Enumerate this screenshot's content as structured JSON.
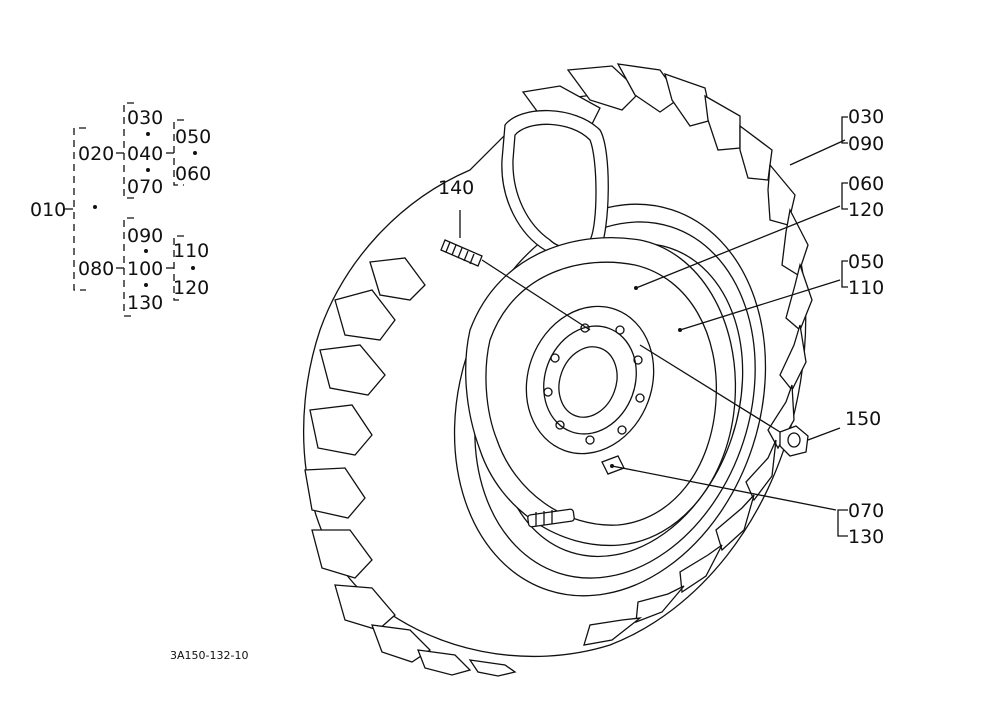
{
  "tree": {
    "root": "010",
    "group_a": {
      "code": "020",
      "top": "030",
      "mid": "040",
      "bot": "070",
      "sub_top": "050",
      "sub_bot": "060"
    },
    "group_b": {
      "code": "080",
      "top": "090",
      "mid": "100",
      "bot": "130",
      "sub_top": "110",
      "sub_bot": "120"
    }
  },
  "callouts": {
    "c140": "140",
    "c150": "150",
    "r030": "030",
    "r090": "090",
    "r060": "060",
    "r120": "120",
    "r050": "050",
    "r110": "110",
    "r070": "070",
    "r130": "130"
  },
  "drawing_id": "3A150-132-10"
}
